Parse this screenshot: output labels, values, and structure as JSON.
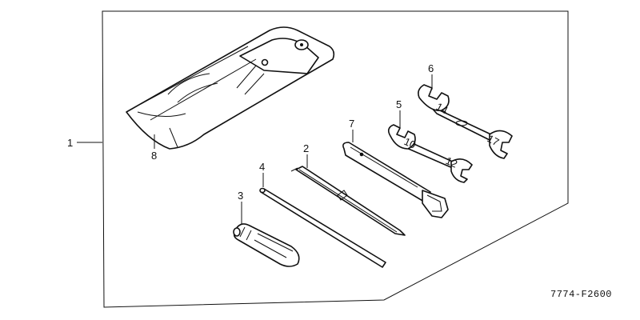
{
  "callouts": {
    "c1": "1",
    "c2": "2",
    "c3": "3",
    "c4": "4",
    "c5": "5",
    "c6": "6",
    "c7": "7",
    "c8": "8"
  },
  "diagram_code": "7774-F2600"
}
